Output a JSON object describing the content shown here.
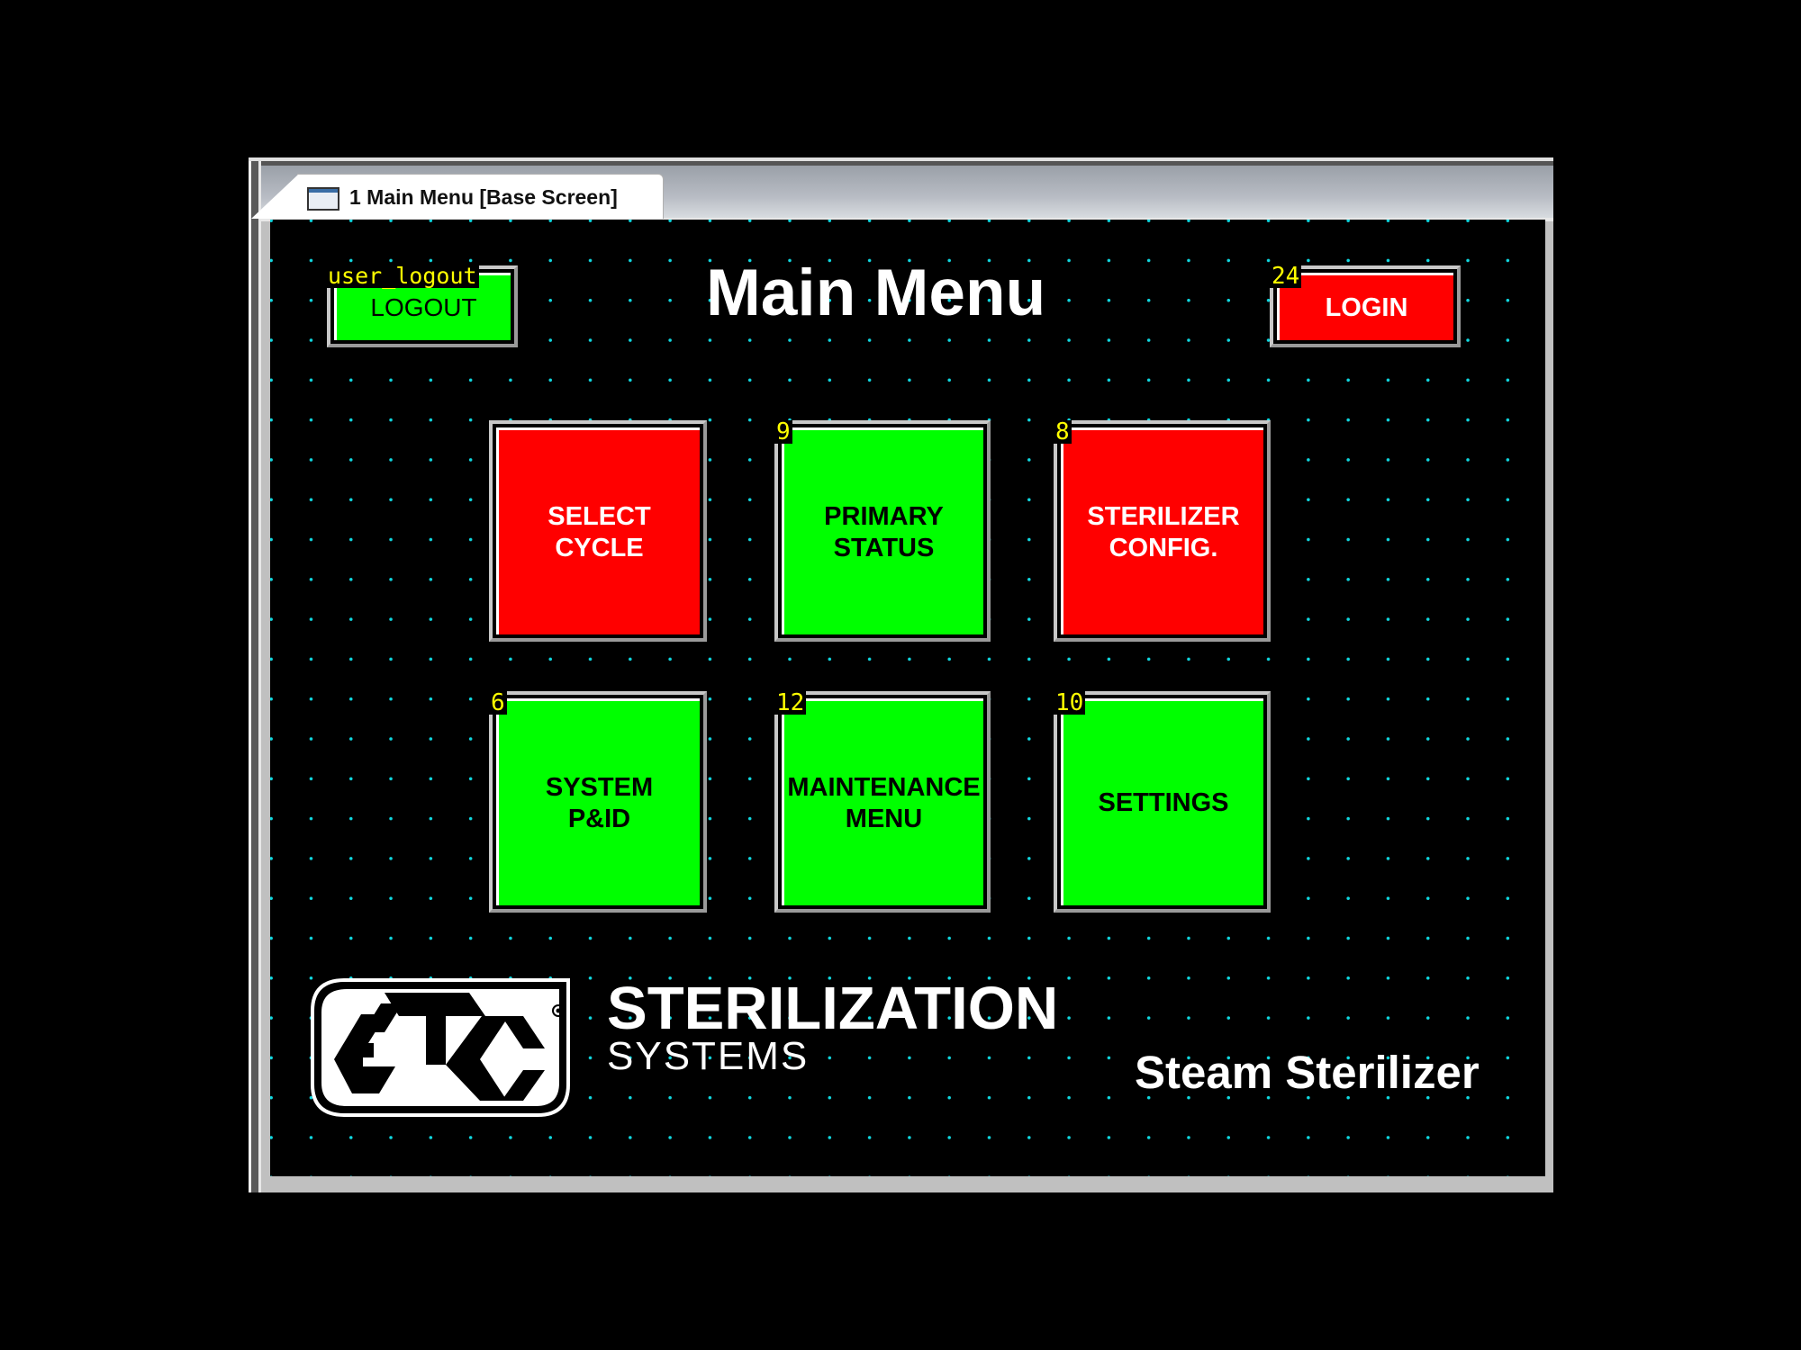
{
  "window": {
    "tab_label": "1 Main Menu [Base Screen]",
    "tab_icon": "window-icon"
  },
  "screen": {
    "title": "Main Menu",
    "background": "#000000",
    "grid_dot_color": "#10d8e0"
  },
  "header_buttons": {
    "logout": {
      "label": "LOGOUT",
      "tag": "user_logout",
      "color": "#00ff00"
    },
    "login": {
      "label": "LOGIN",
      "tag": "24",
      "color": "#ff0000"
    }
  },
  "menu_tiles": [
    {
      "line1": "SELECT",
      "line2": "CYCLE",
      "tag": "",
      "color": "red"
    },
    {
      "line1": "PRIMARY",
      "line2": "STATUS",
      "tag": "9",
      "color": "green"
    },
    {
      "line1": "STERILIZER",
      "line2": "CONFIG.",
      "tag": "8",
      "color": "red"
    },
    {
      "line1": "SYSTEM",
      "line2": "P&ID",
      "tag": "6",
      "color": "green"
    },
    {
      "line1": "MAINTENANCE",
      "line2": "MENU",
      "tag": "12",
      "color": "green"
    },
    {
      "line1": "SETTINGS",
      "line2": "",
      "tag": "10",
      "color": "green"
    }
  ],
  "footer": {
    "logo_icon": "etc-logo-icon",
    "brand_line1": "STERILIZATION",
    "brand_line2": "SYSTEMS",
    "subtitle": "Steam Sterilizer"
  },
  "colors": {
    "green": "#00ff00",
    "red": "#ff0000",
    "tag_text": "#ffff00"
  }
}
